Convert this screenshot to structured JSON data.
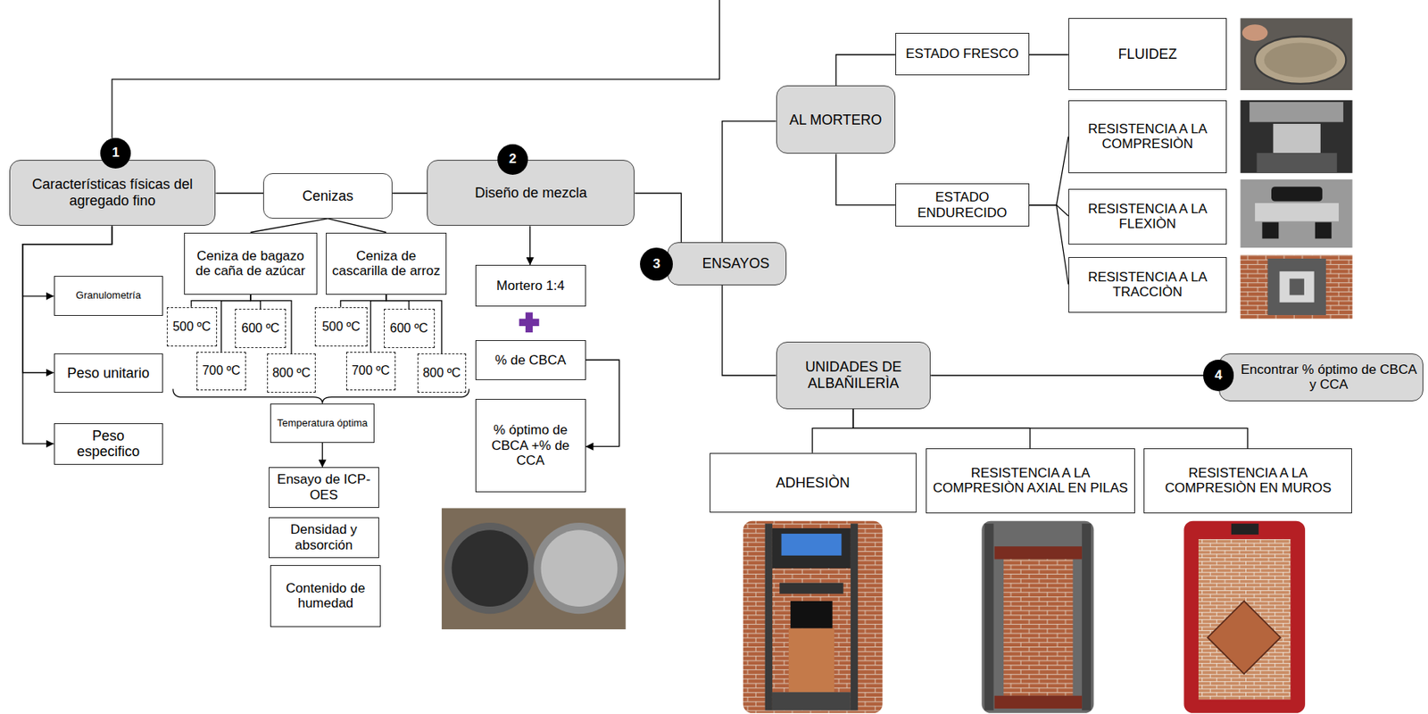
{
  "diagram": {
    "nodes": [
      {
        "text": [
          "Características físicas del agregado fino"
        ]
      },
      {
        "text": [
          "Cenizas"
        ]
      },
      {
        "text": [
          "Diseño de mezcla"
        ]
      },
      {
        "text": [
          "Granulometría"
        ]
      },
      {
        "text": [
          "Peso unitario"
        ]
      },
      {
        "text": [
          "Peso especifico"
        ]
      },
      {
        "text": [
          "Ceniza de bagazo de caña de azúcar"
        ]
      },
      {
        "text": [
          "Ceniza de cascarilla de arroz"
        ]
      },
      {
        "text": [
          "500 ºC"
        ]
      },
      {
        "text": [
          "600 ºC"
        ]
      },
      {
        "text": [
          "700 ºC"
        ]
      },
      {
        "text": [
          "800 ºC"
        ]
      },
      {
        "text": [
          "500 ºC"
        ]
      },
      {
        "text": [
          "600 ºC"
        ]
      },
      {
        "text": [
          "700 ºC"
        ]
      },
      {
        "text": [
          "800 ºC"
        ]
      },
      {
        "text": [
          "Temperatura óptima"
        ]
      },
      {
        "text": [
          "Ensayo de ICP- OES"
        ]
      },
      {
        "text": [
          "Densidad y absorción"
        ]
      },
      {
        "text": [
          "Contenido de humedad"
        ]
      },
      {
        "text": [
          "Mortero 1:4"
        ]
      },
      {
        "text": [
          "% de CBCA"
        ]
      },
      {
        "text": [
          "% óptimo de CBCA +% de CCA"
        ]
      },
      {
        "text": [
          "ENSAYOS"
        ]
      },
      {
        "text": [
          "AL MORTERO"
        ]
      },
      {
        "text": [
          "ESTADO FRESCO"
        ]
      },
      {
        "text": [
          "FLUIDEZ"
        ]
      },
      {
        "text": [
          "ESTADO ENDURECIDO"
        ]
      },
      {
        "text": [
          "RESISTENCIA A LA COMPRESIÒN"
        ]
      },
      {
        "text": [
          "RESISTENCIA A LA FLEXIÒN"
        ]
      },
      {
        "text": [
          "RESISTENCIA A LA TRACCIÒN"
        ]
      },
      {
        "text": [
          "UNIDADES DE ALBAÑILERÌA"
        ]
      },
      {
        "text": [
          "Encontrar % óptimo de CBCA y CCA"
        ]
      },
      {
        "text": [
          "ADHESIÒN"
        ]
      },
      {
        "text": [
          "RESISTENCIA A LA COMPRESIÒN AXIAL EN PILAS"
        ]
      },
      {
        "text": [
          "RESISTENCIA A LA COMPRESIÒN EN MUROS"
        ]
      }
    ],
    "edges": [
      {
        "from": 0,
        "to": 1,
        "arrow": "none"
      },
      {
        "from": 1,
        "to": 2,
        "arrow": "none"
      },
      {
        "from": 0,
        "to": 3,
        "arrow": "to"
      },
      {
        "from": 0,
        "to": 4,
        "arrow": "to"
      },
      {
        "from": 0,
        "to": 5,
        "arrow": "to"
      },
      {
        "from": 1,
        "to": 6,
        "arrow": "none"
      },
      {
        "from": 1,
        "to": 7,
        "arrow": "none"
      },
      {
        "from": 6,
        "to": 8,
        "arrow": "none"
      },
      {
        "from": 6,
        "to": 9,
        "arrow": "none"
      },
      {
        "from": 6,
        "to": 10,
        "arrow": "none"
      },
      {
        "from": 6,
        "to": 11,
        "arrow": "none"
      },
      {
        "from": 7,
        "to": 12,
        "arrow": "none"
      },
      {
        "from": 7,
        "to": 13,
        "arrow": "none"
      },
      {
        "from": 7,
        "to": 14,
        "arrow": "none"
      },
      {
        "from": 7,
        "to": 15,
        "arrow": "none"
      },
      {
        "from": 16,
        "to": 17,
        "arrow": "to"
      },
      {
        "from": 2,
        "to": 20,
        "arrow": "to"
      },
      {
        "from": 21,
        "to": 22,
        "arrow": "to"
      },
      {
        "from": 2,
        "to": 23,
        "arrow": "none"
      },
      {
        "from": 23,
        "to": 24,
        "arrow": "none"
      },
      {
        "from": 23,
        "to": 31,
        "arrow": "none"
      },
      {
        "from": 24,
        "to": 25,
        "arrow": "none"
      },
      {
        "from": 24,
        "to": 27,
        "arrow": "none"
      },
      {
        "from": 25,
        "to": 26,
        "arrow": "none"
      },
      {
        "from": 27,
        "to": 28,
        "arrow": "none"
      },
      {
        "from": 27,
        "to": 29,
        "arrow": "none"
      },
      {
        "from": 27,
        "to": 30,
        "arrow": "none"
      },
      {
        "from": 31,
        "to": 32,
        "arrow": "none"
      },
      {
        "from": 31,
        "to": 33,
        "arrow": "none"
      },
      {
        "from": 31,
        "to": 34,
        "arrow": "none"
      },
      {
        "from": 31,
        "to": 35,
        "arrow": "none"
      }
    ],
    "labels": [
      "1",
      "2",
      "3",
      "4"
    ]
  }
}
